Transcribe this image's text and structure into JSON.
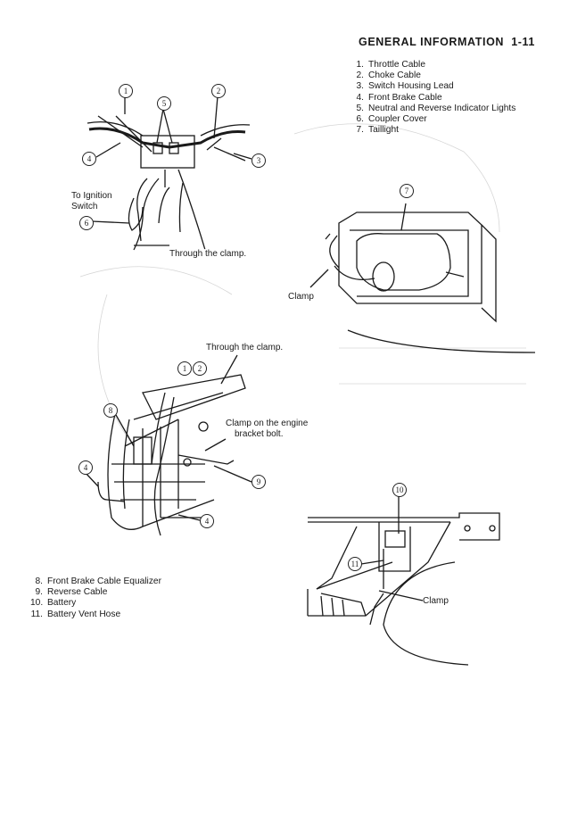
{
  "header": {
    "section": "GENERAL  INFORMATION",
    "page": "1-11"
  },
  "legend_top": [
    {
      "num": "1.",
      "label": "Throttle Cable"
    },
    {
      "num": "2.",
      "label": "Choke Cable"
    },
    {
      "num": "3.",
      "label": "Switch Housing Lead"
    },
    {
      "num": "4.",
      "label": "Front Brake Cable"
    },
    {
      "num": "5.",
      "label": "Neutral and Reverse Indicator Lights"
    },
    {
      "num": "6.",
      "label": "Coupler Cover"
    },
    {
      "num": "7.",
      "label": "Taillight"
    }
  ],
  "legend_bottom": [
    {
      "num": "8.",
      "label": "Front Brake Cable Equalizer"
    },
    {
      "num": "9.",
      "label": "Reverse Cable"
    },
    {
      "num": "10.",
      "label": "Battery"
    },
    {
      "num": "11.",
      "label": "Battery Vent Hose"
    }
  ],
  "fig_handlebar": {
    "callouts": [
      "1",
      "5",
      "2",
      "4",
      "3",
      "6"
    ],
    "to_ignition": "To Ignition",
    "switch": "Switch",
    "through_clamp": "Through the clamp."
  },
  "fig_taillight": {
    "callout": "7",
    "clamp": "Clamp"
  },
  "fig_frame": {
    "through_clamp": "Through the clamp.",
    "callouts": [
      "1",
      "2",
      "8",
      "4",
      "9",
      "4"
    ],
    "clamp_engine": "Clamp on the engine",
    "bracket_bolt": "bracket bolt."
  },
  "fig_battery": {
    "callouts": [
      "10",
      "11"
    ],
    "clamp": "Clamp"
  }
}
